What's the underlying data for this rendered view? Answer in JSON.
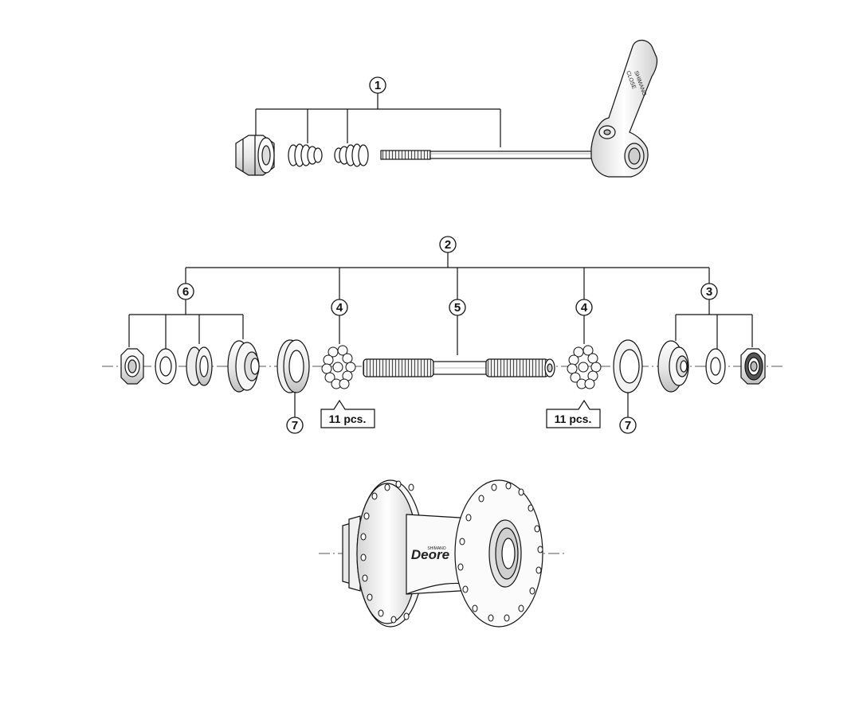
{
  "callouts": {
    "c1": "1",
    "c2": "2",
    "c3": "3",
    "c4_left": "4",
    "c4_right": "4",
    "c5": "5",
    "c6": "6",
    "c7_left": "7",
    "c7_right": "7"
  },
  "ball_count_labels": {
    "left": "11 pcs.",
    "right": "11 pcs."
  },
  "hub_logo": {
    "brand": "SHIMANO",
    "model": "Deore"
  },
  "lever_text": {
    "line1": "SHIMANO",
    "line2": "CLOSE"
  },
  "colors": {
    "line": "#111111",
    "part_fill": "#f4f4f4",
    "shade": "#bdbdbd"
  }
}
